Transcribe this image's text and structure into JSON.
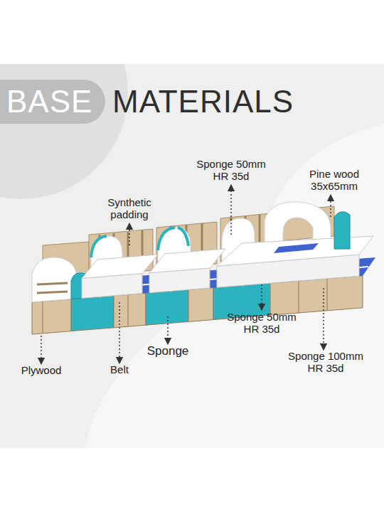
{
  "diagram": {
    "title": "MATERIALS",
    "nodes": [
      {
        "text": [
          "BASE"
        ]
      }
    ],
    "labels": [
      "Sponge 50mm HR 35d",
      "Pine wood 35x65mm",
      "Synthetic padding",
      "Sponge 50mm HR 35d",
      "Sponge",
      "Plywood",
      "Belt",
      "Sponge 100mm HR 35d"
    ]
  }
}
